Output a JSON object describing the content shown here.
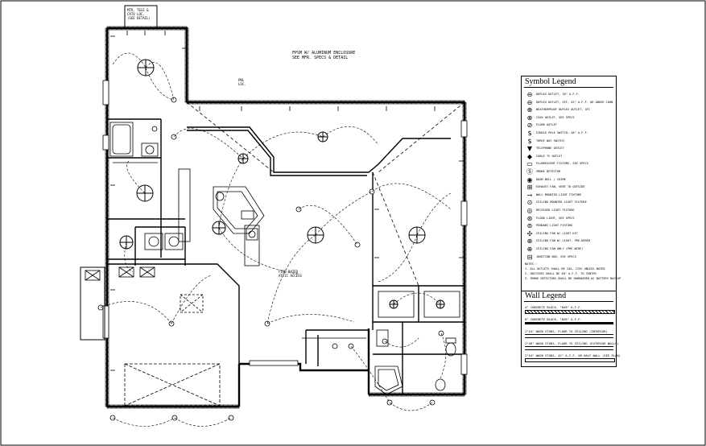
{
  "drawing": {
    "top_note": [
      "FPSM W/ ALUMINUM ENCLOSURE",
      "SEE MFR. SPECS & DETAIL"
    ],
    "meter_note": [
      "MTR, TELE &",
      "CATV LOC.",
      "(SEE DETAIL)"
    ],
    "panel_label": [
      "PNL",
      "LOC."
    ],
    "room_note": [
      "FIRE RATED",
      "ATTIC ACCESS"
    ]
  },
  "symbol_legend": {
    "title": "Symbol Legend",
    "items": [
      {
        "icon": "duplex-outlet-icon",
        "glyph": "⊖",
        "text": "DUPLEX OUTLET, 18\" A.F.F."
      },
      {
        "icon": "gfi-outlet-icon",
        "glyph": "⊖",
        "text": "DUPLEX OUTLET, GFI, 42\" A.F.F. OR ABOVE COUNTER"
      },
      {
        "icon": "weatherproof-outlet-icon",
        "glyph": "⊕",
        "text": "WEATHERPROOF DUPLEX OUTLET, GFI"
      },
      {
        "icon": "special-outlet-icon",
        "glyph": "⊗",
        "text": "220V OUTLET, SEE SPECS"
      },
      {
        "icon": "floor-outlet-icon",
        "glyph": "⊘",
        "text": "FLOOR OUTLET"
      },
      {
        "icon": "switch-icon",
        "glyph": "$",
        "text": "SINGLE POLE SWITCH, 48\" A.F.F."
      },
      {
        "icon": "three-way-switch-icon",
        "glyph": "$",
        "text": "THREE WAY SWITCH"
      },
      {
        "icon": "phone-jack-icon",
        "glyph": "▼",
        "text": "TELEPHONE OUTLET"
      },
      {
        "icon": "cable-jack-icon",
        "glyph": "◆",
        "text": "CABLE TV OUTLET"
      },
      {
        "icon": "fluorescent-icon",
        "glyph": "▭",
        "text": "FLUORESCENT FIXTURE, SEE SPECS"
      },
      {
        "icon": "smoke-detector-icon",
        "glyph": "Ⓢ",
        "text": "SMOKE DETECTOR"
      },
      {
        "icon": "doorbell-icon",
        "glyph": "◉",
        "text": "DOOR BELL / CHIME"
      },
      {
        "icon": "exhaust-fan-icon",
        "glyph": "⊞",
        "text": "EXHAUST FAN, VENT TO OUTSIDE"
      },
      {
        "icon": "wall-light-icon",
        "glyph": "⊸",
        "text": "WALL MOUNTED LIGHT FIXTURE"
      },
      {
        "icon": "ceiling-light-icon",
        "glyph": "⊙",
        "text": "CEILING MOUNTED LIGHT FIXTURE"
      },
      {
        "icon": "recessed-light-icon",
        "glyph": "◎",
        "text": "RECESSED LIGHT FIXTURE"
      },
      {
        "icon": "flood-light-icon",
        "glyph": "⊛",
        "text": "FLOOD LIGHT, SEE SPECS"
      },
      {
        "icon": "pendant-light-icon",
        "glyph": "⊚",
        "text": "PENDANT LIGHT FIXTURE"
      },
      {
        "icon": "ceiling-fan-icon",
        "glyph": "✣",
        "text": "CEILING FAN W/ LIGHT KIT"
      }
    ],
    "extra_items": [
      {
        "icon": "fan-light-combo-icon",
        "glyph": "⊕",
        "text": "CEILING FAN W/ LIGHT, PRE-WIRED"
      },
      {
        "icon": "fan-only-icon",
        "glyph": "⊕",
        "text": "CEILING FAN ONLY (PRE-WIRE)"
      },
      {
        "icon": "junction-icon",
        "glyph": "⊟",
        "text": "JUNCTION BOX, SEE SPECS"
      }
    ],
    "notes_title": "NOTES :",
    "notes": [
      "1. ALL OUTLETS SHALL BE 15A, 125V UNLESS NOTED",
      "2. SWITCHES SHALL BE 48\" A.F.F. TO CENTER",
      "3. SMOKE DETECTORS SHALL BE HARDWIRED W/ BATTERY BACKUP"
    ]
  },
  "wall_legend": {
    "title": "Wall Legend",
    "items": [
      {
        "text": "4\" CONCRETE BLOCK, \"8X8\" A.F.F.",
        "style": "hatch"
      },
      {
        "text": "8\" CONCRETE BLOCK, \"8X8\" A.F.F.",
        "style": "solid"
      },
      {
        "text": "2\"X4\" WOOD STUDS, FLOOR TO CEILING (INTERIOR)",
        "style": "double"
      },
      {
        "text": "2\"X6\" WOOD STUDS, FLOOR TO CEILING (EXTERIOR WALLS)",
        "style": "double"
      },
      {
        "text": "2\"X4\" WOOD STUDS, 42\" A.F.F. OR HALF WALL (SEE PLAN)",
        "style": "outline"
      }
    ]
  }
}
